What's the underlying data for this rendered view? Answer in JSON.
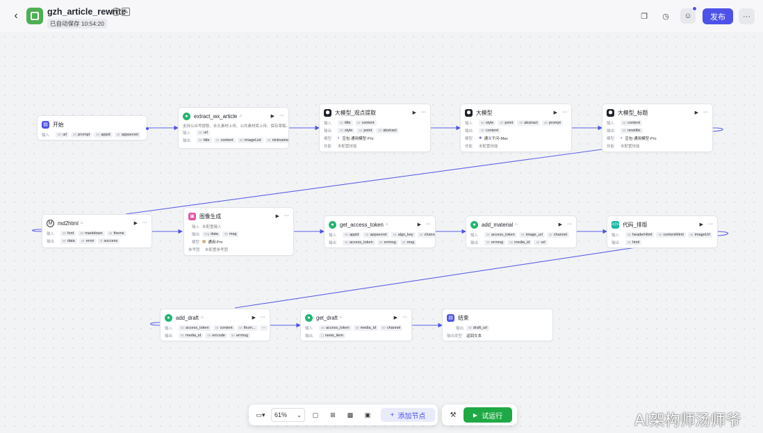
{
  "header": {
    "title": "gzh_article_rewrite",
    "autosave": "已自动保存 10:54:20",
    "publish_label": "发布"
  },
  "nodes": {
    "start": {
      "title": "开始",
      "input_label": "输入",
      "inputs": [
        "url",
        "prompt",
        "appid",
        "appsecret"
      ]
    },
    "extract": {
      "title": "extract_wx_article",
      "desc": "支持公众号提取、永久素材上传、公共素材库上传、保存草稿...",
      "input_label": "输入",
      "output_label": "输出",
      "inputs": [
        "url"
      ],
      "outputs": [
        "title",
        "content",
        "imageList",
        "nickname"
      ]
    },
    "llm1": {
      "title": "大模型_观点提取",
      "input_label": "输入",
      "output_label": "输出",
      "model_label": "模型",
      "skill_label": "技能",
      "inputs": [
        "title",
        "content"
      ],
      "outputs": [
        "style",
        "point",
        "abstract"
      ],
      "model": "豆包·通用模型·Pro",
      "skill": "未配置技能"
    },
    "llm2": {
      "title": "大模型",
      "input_label": "输入",
      "output_label": "输出",
      "model_label": "模型",
      "skill_label": "技能",
      "inputs": [
        "style",
        "point",
        "abstract",
        "prompt"
      ],
      "outputs": [
        "content"
      ],
      "model": "通义千问-Max",
      "skill": "未配置技能"
    },
    "llm3": {
      "title": "大模型_标题",
      "input_label": "输入",
      "output_label": "输出",
      "model_label": "模型",
      "skill_label": "技能",
      "inputs": [
        "content"
      ],
      "outputs": [
        "newtitle"
      ],
      "model": "豆包·通用模型·Pro",
      "skill": "未配置技能"
    },
    "md2html": {
      "title": "md2html",
      "input_label": "输入",
      "output_label": "输出",
      "inputs": [
        "font",
        "markdown",
        "theme"
      ],
      "outputs": [
        "data",
        "error",
        "success"
      ]
    },
    "imggen": {
      "title": "图像生成",
      "input_label": "输入",
      "output_label": "输出",
      "model_label": "模型",
      "ref_label": "参考图",
      "input_value": "未配置输入",
      "outputs": [
        "data",
        "msg"
      ],
      "model": "通用-Pro",
      "ref": "未配置参考图"
    },
    "token": {
      "title": "get_access_token",
      "input_label": "输入",
      "output_label": "输出",
      "inputs": [
        "appid",
        "appsecret",
        "algo_key",
        "channel"
      ],
      "outputs": [
        "access_token",
        "errmsg",
        "msg"
      ]
    },
    "material": {
      "title": "add_material",
      "input_label": "输入",
      "output_label": "输出",
      "inputs": [
        "access_token",
        "image_url",
        "channel"
      ],
      "outputs": [
        "errmsg",
        "media_id",
        "url"
      ]
    },
    "code": {
      "title": "代码_排版",
      "input_label": "输入",
      "output_label": "输出",
      "inputs": [
        "headerHtml",
        "contentHtml",
        "imageUrl"
      ],
      "outputs": [
        "html"
      ]
    },
    "draft": {
      "title": "add_draft",
      "input_label": "输入",
      "output_label": "输出",
      "inputs": [
        "access_token",
        "content",
        "thum..."
      ],
      "outputs": [
        "media_id",
        "errcode",
        "errmsg"
      ]
    },
    "getdraft": {
      "title": "get_draft",
      "input_label": "输入",
      "output_label": "输出",
      "inputs": [
        "access_token",
        "media_id",
        "channel"
      ],
      "outputs": [
        "news_item"
      ]
    },
    "end": {
      "title": "结束",
      "output_label": "输出",
      "output_type_label": "输出类型",
      "outputs": [
        "draft_url"
      ],
      "output_type": "返回文本"
    }
  },
  "toolbar": {
    "zoom": "61%",
    "add_node_label": "添加节点",
    "run_label": "试运行"
  },
  "watermark": "AI架构师汤师爷",
  "colors": {
    "accent": "#4d53e8",
    "run": "#1fa944",
    "plugin": "#22b573"
  }
}
